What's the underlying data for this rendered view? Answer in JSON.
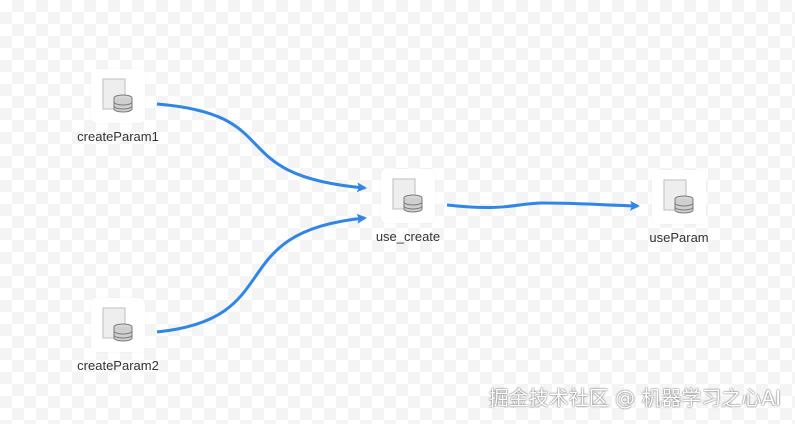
{
  "graph": {
    "nodes": [
      {
        "id": "createParam1",
        "label": "createParam1",
        "icon": "database-file-icon"
      },
      {
        "id": "createParam2",
        "label": "createParam2",
        "icon": "database-file-icon"
      },
      {
        "id": "use_create",
        "label": "use_create",
        "icon": "database-file-icon"
      },
      {
        "id": "useParam",
        "label": "useParam",
        "icon": "database-file-icon"
      }
    ],
    "edges": [
      {
        "from": "createParam1",
        "to": "use_create"
      },
      {
        "from": "createParam2",
        "to": "use_create"
      },
      {
        "from": "use_create",
        "to": "useParam"
      }
    ],
    "edge_color": "#2f86e6"
  },
  "watermark": {
    "text": "掘金技术社区 @ 机器学习之心AI"
  }
}
